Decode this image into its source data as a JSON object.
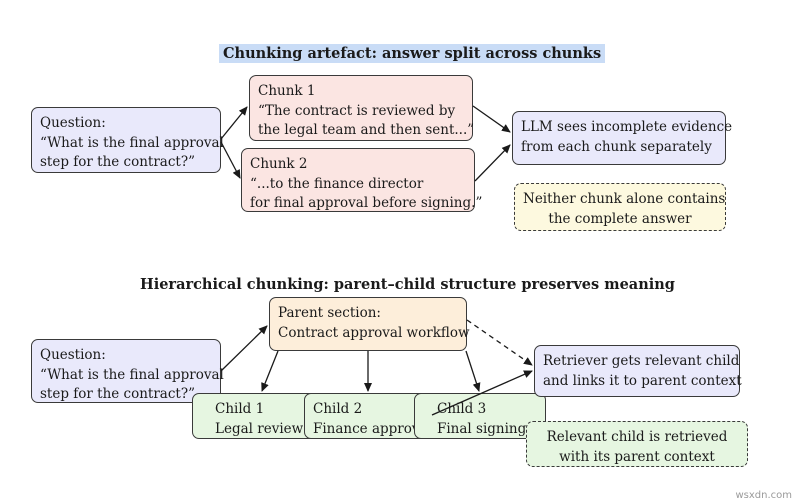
{
  "top": {
    "title": "Chunking artefact: answer split across chunks",
    "question": [
      "Question:",
      "“What is the final approval",
      "step for the contract?”"
    ],
    "chunk1": [
      "Chunk 1",
      "“The contract is reviewed by",
      "the legal team and then sent...”"
    ],
    "chunk2": [
      "Chunk 2",
      "“...to the finance director",
      "for final approval before signing.”"
    ],
    "llm": [
      "LLM sees incomplete evidence",
      "from each chunk separately"
    ],
    "note": [
      "Neither chunk alone contains",
      "the complete answer"
    ]
  },
  "bottom": {
    "title": "Hierarchical chunking: parent–child structure preserves meaning",
    "question": [
      "Question:",
      "“What is the final approval",
      "step for the contract?”"
    ],
    "parent": [
      "Parent section:",
      "Contract approval workflow"
    ],
    "child1": [
      "Child 1",
      "Legal review"
    ],
    "child2": [
      "Child 2",
      "Finance approv"
    ],
    "child3": [
      "Child 3",
      "Final signing"
    ],
    "retriever": [
      "Retriever gets relevant child",
      "and links it to parent context"
    ],
    "note": [
      "Relevant child is retrieved",
      "with its parent context"
    ]
  },
  "watermark": "wsxdn.com"
}
